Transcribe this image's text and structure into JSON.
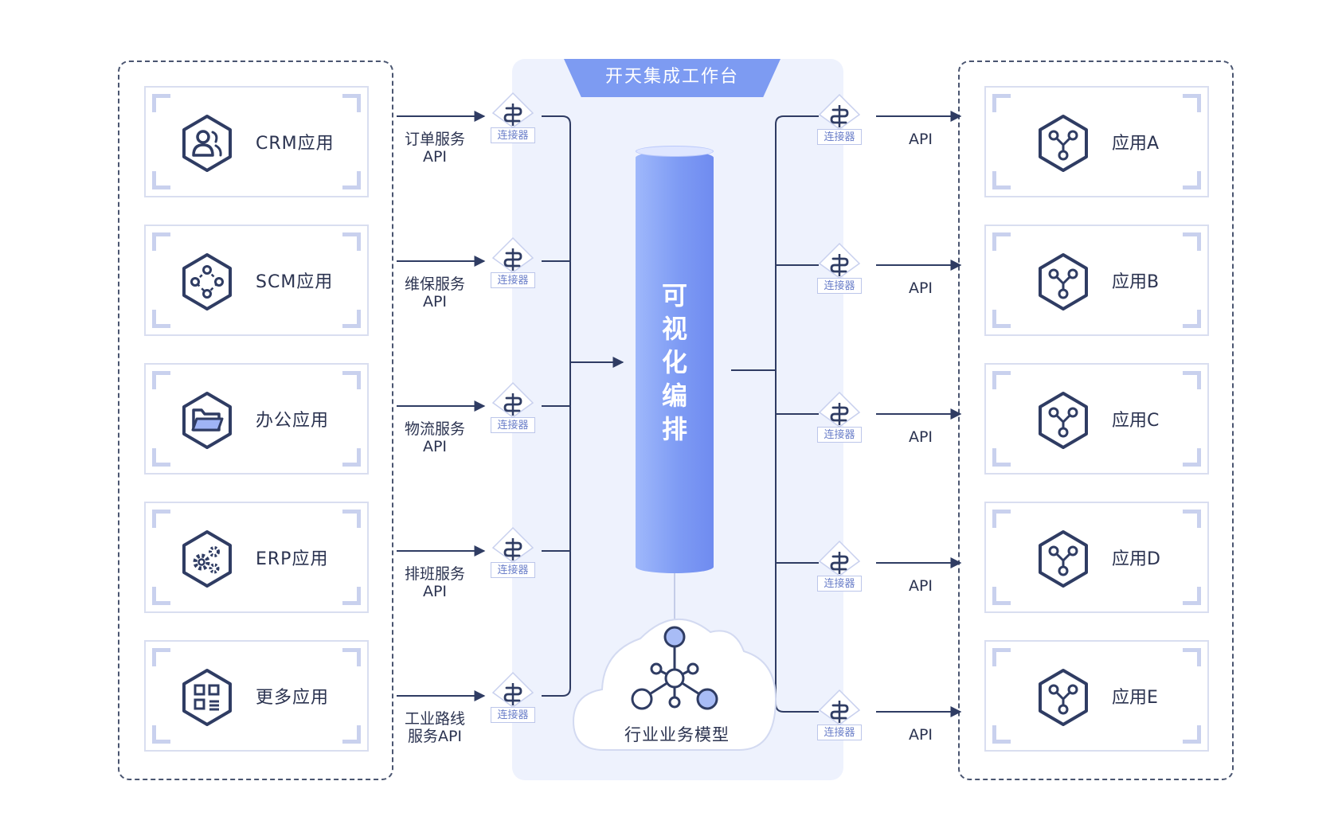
{
  "platform_title": "开天集成工作台",
  "orchestration_label": "可视化编排",
  "model_label": "行业业务模型",
  "connector_label": "连接器",
  "source_apps": [
    {
      "label": "CRM应用",
      "icon": "users-icon"
    },
    {
      "label": "SCM应用",
      "icon": "nodes-icon"
    },
    {
      "label": "办公应用",
      "icon": "folder-icon"
    },
    {
      "label": "ERP应用",
      "icon": "gears-icon"
    },
    {
      "label": "更多应用",
      "icon": "grid-icon"
    }
  ],
  "service_apis": [
    {
      "line1": "订单服务",
      "line2": "API"
    },
    {
      "line1": "维保服务",
      "line2": "API"
    },
    {
      "line1": "物流服务",
      "line2": "API"
    },
    {
      "line1": "排班服务",
      "line2": "API"
    },
    {
      "line1": "工业路线",
      "line2": "服务API"
    }
  ],
  "target_apps": [
    {
      "label": "应用A",
      "icon": "network-icon"
    },
    {
      "label": "应用B",
      "icon": "network-icon"
    },
    {
      "label": "应用C",
      "icon": "network-icon"
    },
    {
      "label": "应用D",
      "icon": "network-icon"
    },
    {
      "label": "应用E",
      "icon": "network-icon"
    }
  ],
  "target_api_label": "API",
  "colors": {
    "accent": "#7d9bf2",
    "dark": "#2b3350",
    "panel": "#eef2fd"
  }
}
